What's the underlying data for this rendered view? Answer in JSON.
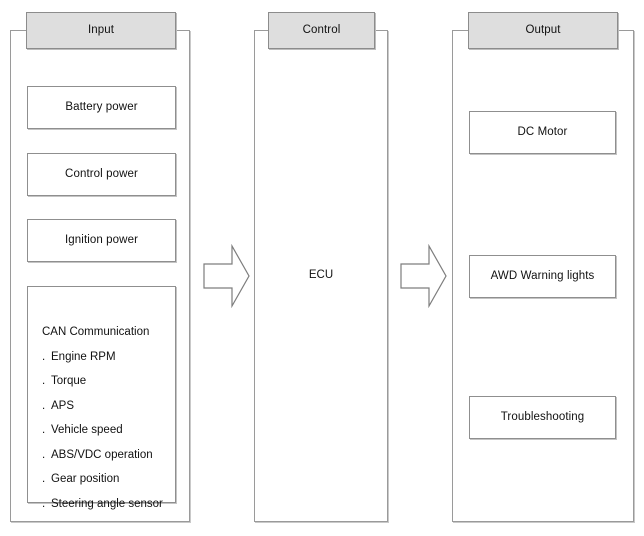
{
  "diagram": {
    "title": "AWD system input / control / output block diagram",
    "colors": {
      "header_fill": "#dedede",
      "box_fill": "#ffffff",
      "border": "#8f8f8f",
      "text": "#111111",
      "background": "#ffffff"
    },
    "columns": [
      {
        "id": "input",
        "header": "Input",
        "items": [
          {
            "label": "Battery power"
          },
          {
            "label": "Control power"
          },
          {
            "label": "Ignition power"
          }
        ],
        "list": {
          "title": "CAN Communication",
          "bullet": ".",
          "entries": [
            "Engine RPM",
            "Torque",
            "APS",
            "Vehicle speed",
            "ABS/VDC operation",
            "Gear position",
            "Steering angle sensor"
          ]
        }
      },
      {
        "id": "control",
        "header": "Control",
        "center_label": "ECU",
        "items": []
      },
      {
        "id": "output",
        "header": "Output",
        "items": [
          {
            "label": "DC Motor"
          },
          {
            "label": "AWD Warning lights"
          },
          {
            "label": "Troubleshooting"
          }
        ]
      }
    ],
    "arrows": [
      {
        "id": "input-to-control",
        "direction": "right"
      },
      {
        "id": "control-to-output",
        "direction": "right"
      }
    ]
  }
}
